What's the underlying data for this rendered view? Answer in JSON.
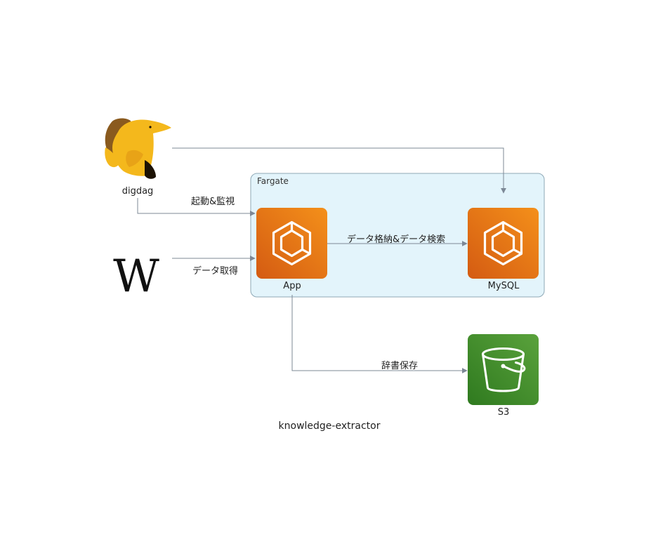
{
  "diagram": {
    "title": "knowledge-extractor",
    "group": {
      "label": "Fargate"
    },
    "nodes": {
      "digdag": {
        "label": "digdag",
        "icon": "digdag-mascot-icon"
      },
      "wikipedia": {
        "label": "",
        "icon": "wikipedia-w-icon"
      },
      "app": {
        "label": "App",
        "icon": "ecs-container-icon"
      },
      "mysql": {
        "label": "MySQL",
        "icon": "ecs-container-icon"
      },
      "s3": {
        "label": "S3",
        "icon": "s3-bucket-icon"
      }
    },
    "edges": {
      "start_monitor": {
        "label": "起動&監視"
      },
      "fetch_data": {
        "label": "データ取得"
      },
      "store_search": {
        "label": "データ格納&データ検索"
      },
      "save_dict": {
        "label": "辞書保存"
      }
    },
    "colors": {
      "group_fill": "#e3f4fb",
      "group_stroke": "#8fa9b6",
      "ecs_orange_light": "#f4901a",
      "ecs_orange_dark": "#d45b12",
      "s3_green_light": "#5aa23c",
      "s3_green_dark": "#2f7a1f",
      "edge": "#7c8896",
      "digdag_yellow": "#f4b81c",
      "digdag_brown": "#8a5a1e"
    }
  }
}
